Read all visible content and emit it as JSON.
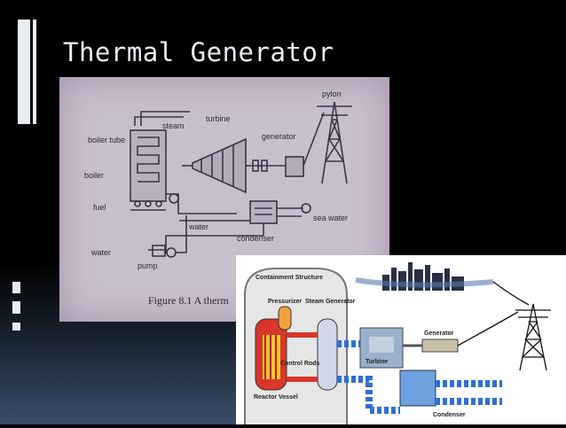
{
  "slide": {
    "title": "Thermal Generator"
  },
  "figure1": {
    "labels": {
      "boiler_tube": "boiler\ntube",
      "boiler": "boiler",
      "fuel": "fuel",
      "steam": "steam",
      "turbine": "turbine",
      "generator": "generator",
      "pylon": "pylon",
      "sea_water": "sea water",
      "water_left": "water",
      "water_mid": "water",
      "condenser": "condenser",
      "pump": "pump"
    },
    "caption": "Figure 8.1 A therm"
  },
  "figure2": {
    "labels": {
      "containment": "Containment Structure",
      "pressurizer": "Pressurizer",
      "steam_generator": "Steam Generator",
      "control_rods": "Control Rods",
      "reactor_vessel": "Reactor Vessel",
      "turbine": "Turbine",
      "generator": "Generator",
      "condenser": "Condenser"
    }
  },
  "colors": {
    "background": "#000000",
    "title": "#eaeef4",
    "accent_bar": "#e8ecf2",
    "pipe_blue": "#2e6fd6",
    "reactor_red": "#d9362b",
    "reactor_yellow": "#f3c623"
  }
}
